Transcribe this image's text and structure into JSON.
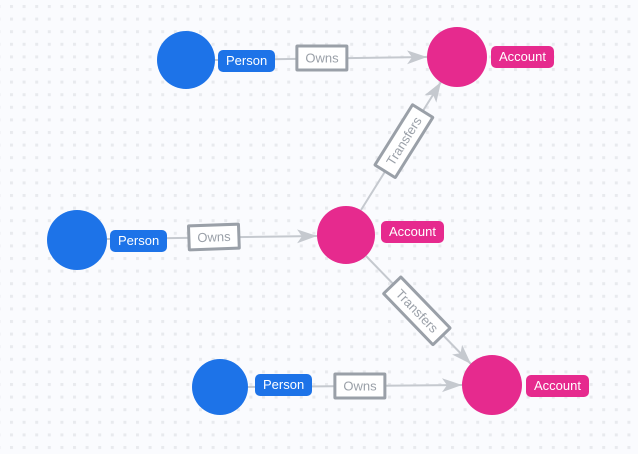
{
  "canvas": {
    "background": "#fafbfe",
    "dot_color": "#e8eaee"
  },
  "colors": {
    "person": "#1d73e8",
    "account": "#e62a8e",
    "edge": "#c5c9cf",
    "relationship_border": "#9aa0a8",
    "relationship_text": "#9aa0a8",
    "relationship_background": "#ffffff",
    "label_text": "#ffffff"
  },
  "graph": {
    "nodes": [
      {
        "label": "Person"
      },
      {
        "label": "Account"
      },
      {
        "label": "Person"
      },
      {
        "label": "Account"
      },
      {
        "label": "Person"
      },
      {
        "label": "Account"
      }
    ],
    "edges": [
      {
        "label": "Owns"
      },
      {
        "label": "Owns"
      },
      {
        "label": "Owns"
      },
      {
        "label": "Transfers"
      },
      {
        "label": "Transfers"
      }
    ],
    "connections": [
      {
        "from": "Person",
        "label": "Owns",
        "to": "Account"
      },
      {
        "from": "Person",
        "label": "Owns",
        "to": "Account"
      },
      {
        "from": "Person",
        "label": "Owns",
        "to": "Account"
      },
      {
        "from": "Account",
        "label": "Transfers",
        "to": "Account"
      },
      {
        "from": "Account",
        "label": "Transfers",
        "to": "Account"
      }
    ]
  }
}
